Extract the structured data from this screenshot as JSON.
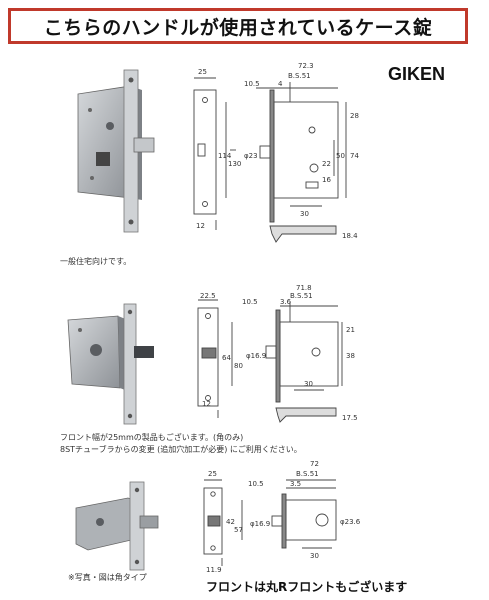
{
  "header": {
    "title": "こちらのハンドルが使用されているケース錠"
  },
  "brand": {
    "name": "GIKEN"
  },
  "lock1": {
    "caption": "一般住宅向けです。",
    "dims": {
      "front_w": "25",
      "depth": "72.3",
      "bs": "B.S.51",
      "d105": "10.5",
      "d4": "4",
      "h114": "114",
      "h130": "130",
      "d23": "φ23",
      "h28": "28",
      "h50": "50",
      "h74": "74",
      "h22": "22",
      "h16": "16",
      "w30": "30",
      "t12": "12",
      "t184": "18.4"
    }
  },
  "lock2": {
    "caption_line1": "フロント幅が25mmの製品もございます。(角のみ)",
    "caption_line2": "8STチューブラからの変更 (追加穴加工が必要) にご利用ください。",
    "dims": {
      "front_w": "22.5",
      "depth": "71.8",
      "bs": "B.S.51",
      "d105": "10.5",
      "d36": "3.6",
      "h64": "64",
      "h80": "80",
      "d169": "φ16.9",
      "h21": "21",
      "h38": "38",
      "w30": "30",
      "t12": "12",
      "t175": "17.5"
    }
  },
  "lock3": {
    "caption": "※写真・図は角タイプ",
    "dims": {
      "front_w": "25",
      "depth": "72",
      "bs": "B.S.51",
      "d105": "10.5",
      "d35": "3.5",
      "h42": "42",
      "h57": "57",
      "d169": "φ16.9",
      "d236": "φ23.6",
      "w30": "30",
      "t119": "11.9"
    }
  },
  "footer": {
    "note": "フロントは丸Rフロントもございます"
  },
  "colors": {
    "banner_border": "#c0392b",
    "metal": "#b9bcc0",
    "metal_dark": "#8c9095",
    "line": "#444444"
  }
}
